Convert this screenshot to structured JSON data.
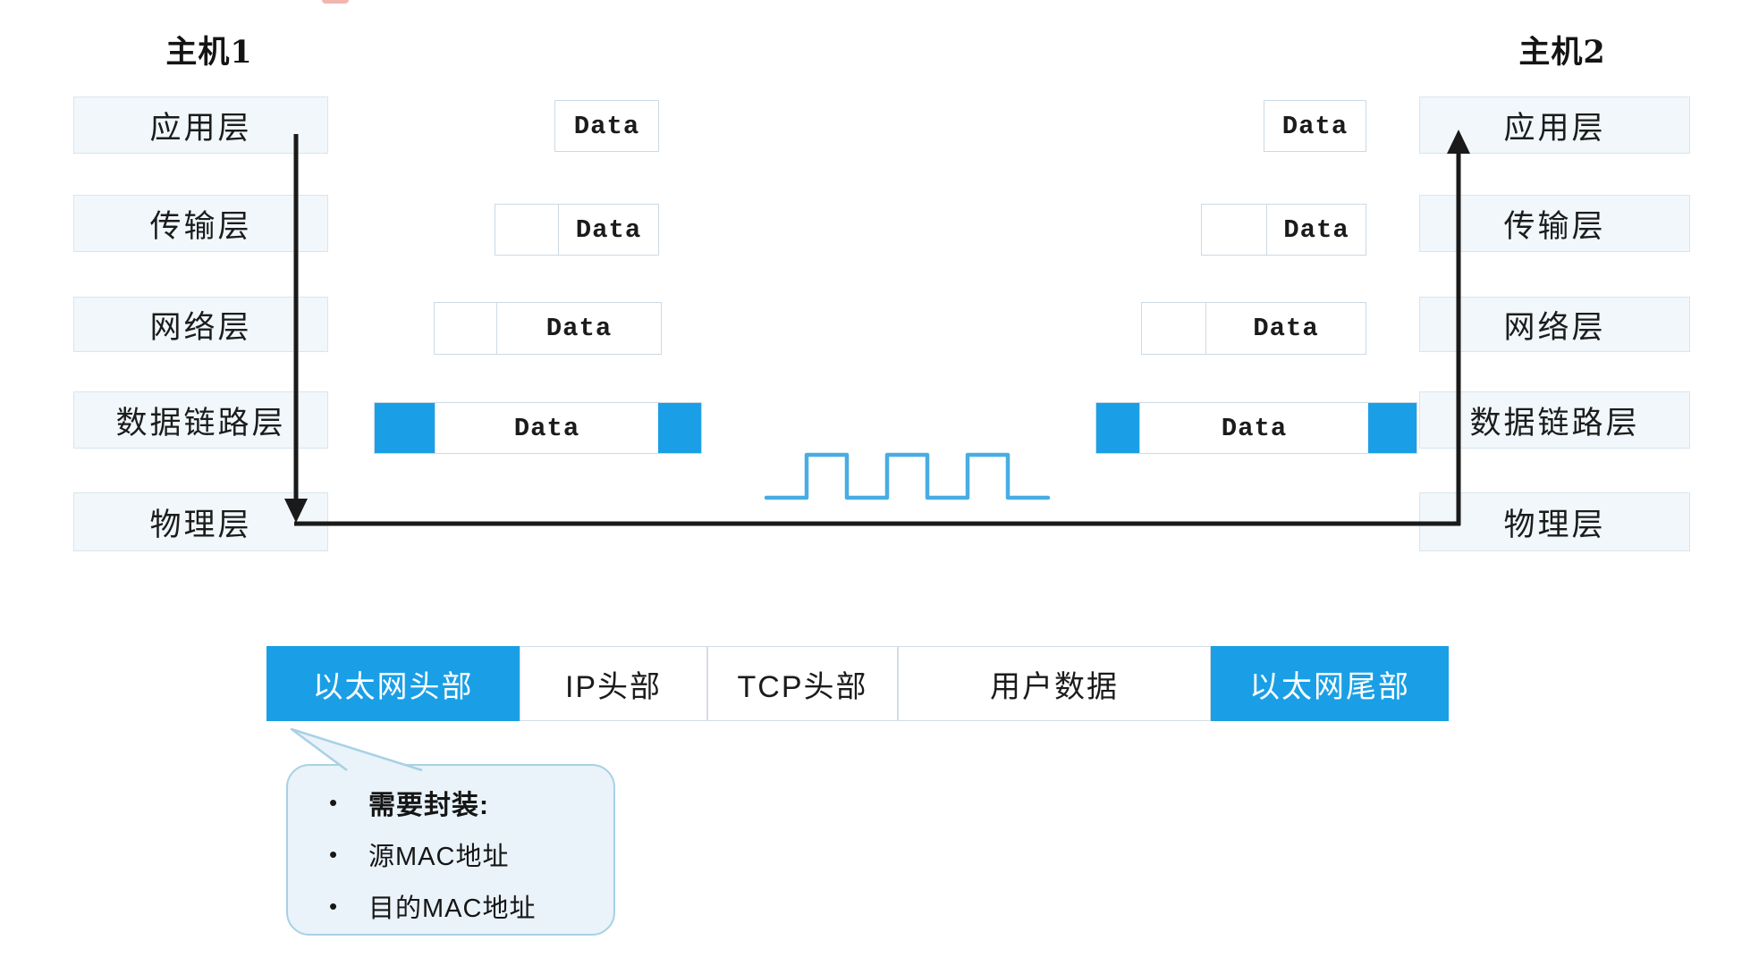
{
  "hosts": {
    "host1": {
      "title": "主机1",
      "layers": [
        "应用层",
        "传输层",
        "网络层",
        "数据链路层",
        "物理层"
      ]
    },
    "host2": {
      "title": "主机2",
      "layers": [
        "应用层",
        "传输层",
        "网络层",
        "数据链路层",
        "物理层"
      ]
    }
  },
  "packets": {
    "data_label": "Data"
  },
  "frame": {
    "cells": [
      {
        "label": "以太网头部",
        "style": "blue"
      },
      {
        "label": "IP头部",
        "style": "white"
      },
      {
        "label": "TCP头部",
        "style": "white"
      },
      {
        "label": "用户数据",
        "style": "white"
      },
      {
        "label": "以太网尾部",
        "style": "blue"
      }
    ]
  },
  "callout": {
    "bullet": "•",
    "items": [
      {
        "text": "需要封装:",
        "bold": true
      },
      {
        "text": "源MAC地址",
        "bold": false
      },
      {
        "text": "目的MAC地址",
        "bold": false
      }
    ]
  },
  "colors": {
    "accent_blue": "#1A9FE6",
    "wave_blue": "#49ADE2",
    "arrow_black": "#1a1a1a",
    "layer_box_bg": "#f1f7fa",
    "callout_bg": "#e9f3f9",
    "callout_border": "#a8d1e4"
  }
}
